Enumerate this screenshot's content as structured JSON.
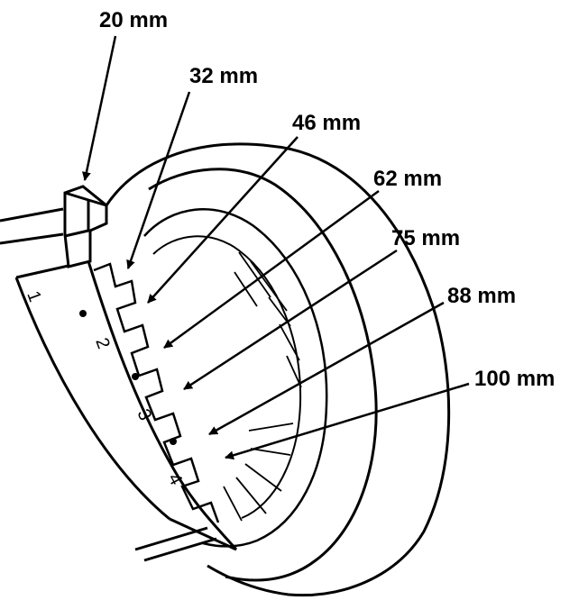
{
  "diagram": {
    "ink_color": "#000000",
    "background_color": "#ffffff",
    "callouts": [
      {
        "label": "20 mm"
      },
      {
        "label": "32 mm"
      },
      {
        "label": "46 mm"
      },
      {
        "label": "62 mm"
      },
      {
        "label": "75 mm"
      },
      {
        "label": "88 mm"
      },
      {
        "label": "100 mm"
      }
    ],
    "scale_marks": [
      {
        "label": "1"
      },
      {
        "label": "2"
      },
      {
        "label": "3"
      },
      {
        "label": "4"
      }
    ]
  }
}
